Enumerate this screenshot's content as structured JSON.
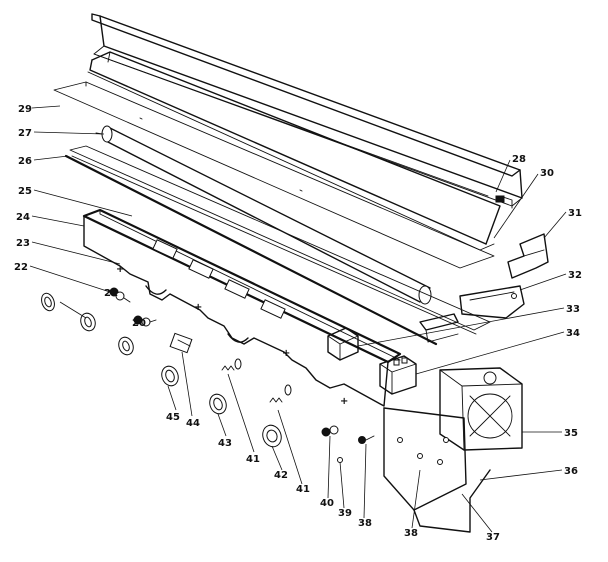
{
  "callouts": {
    "c20": "20",
    "c21": "21",
    "c22": "22",
    "c23": "23",
    "c24": "24",
    "c25": "25",
    "c26": "26",
    "c27": "27",
    "c28": "28",
    "c29": "29",
    "c30": "30",
    "c31": "31",
    "c32": "32",
    "c33": "33",
    "c34": "34",
    "c35": "35",
    "c36": "36",
    "c37": "37",
    "c38a": "38",
    "c38b": "38",
    "c39": "39",
    "c40": "40",
    "c41a": "41",
    "c41b": "41",
    "c42": "42",
    "c43": "43",
    "c44": "44",
    "c45": "45"
  }
}
